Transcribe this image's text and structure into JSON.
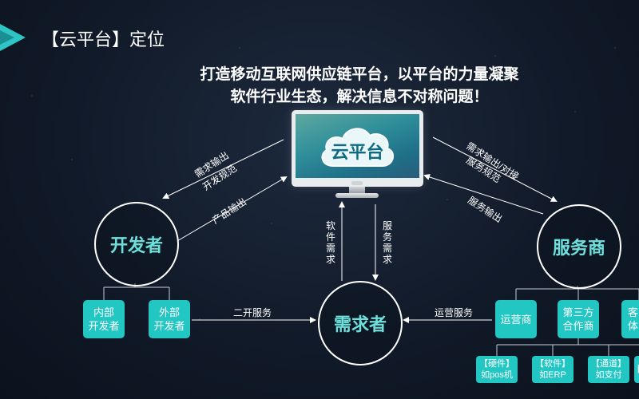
{
  "slide": {
    "title": "【云平台】定位",
    "headline_line1": "打造移动互联网供应链平台，以平台的力量凝聚",
    "headline_line2": "软件行业生态，解决信息不对称问题！"
  },
  "center": {
    "label": "云平台"
  },
  "nodes": {
    "developer": "开发者",
    "service_provider": "服务商",
    "demander": "需求者"
  },
  "developer_children": [
    {
      "label": "内部\n开发者"
    },
    {
      "label": "外部\n开发者"
    }
  ],
  "service_children": [
    {
      "label": "运营商"
    },
    {
      "label": "第三方\n合作商"
    },
    {
      "label": "客\n体"
    }
  ],
  "sub_boxes": [
    {
      "label": "【硬件】\n如pos机"
    },
    {
      "label": "【软件】\n如ERP"
    },
    {
      "label": "【通道】\n如支付"
    },
    {
      "label": "【"
    }
  ],
  "edges": {
    "dev_line1": "需求输出",
    "dev_line2": "开发规范",
    "dev_product": "产品输出",
    "svc_line1": "需求输出/对接",
    "svc_line2": "服务规范",
    "svc_output": "服务输出",
    "software_demand": "软件需求",
    "service_demand": "服务需求",
    "secondary_dev": "二开服务",
    "ops_service": "运营服务"
  },
  "colors": {
    "accent_teal": "#22c7c4",
    "node_text": "#6ee0dc",
    "background": "#111a29",
    "logo": "#2ec5c5"
  },
  "icons": [
    "play-logo-icon",
    "cloud-icon",
    "monitor-icon"
  ]
}
